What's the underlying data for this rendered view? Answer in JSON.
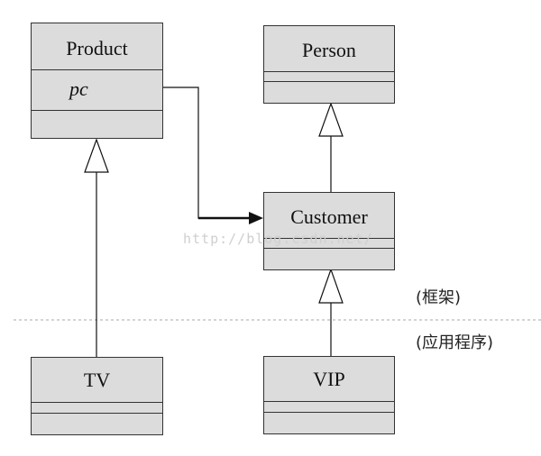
{
  "classes": {
    "product": {
      "name": "Product",
      "attribute": "pc"
    },
    "person": {
      "name": "Person"
    },
    "customer": {
      "name": "Customer"
    },
    "tv": {
      "name": "TV"
    },
    "vip": {
      "name": "VIP"
    }
  },
  "layers": {
    "framework": "(框架)",
    "application": "(应用程序)"
  },
  "watermark": "http://blog.csdn.net/"
}
